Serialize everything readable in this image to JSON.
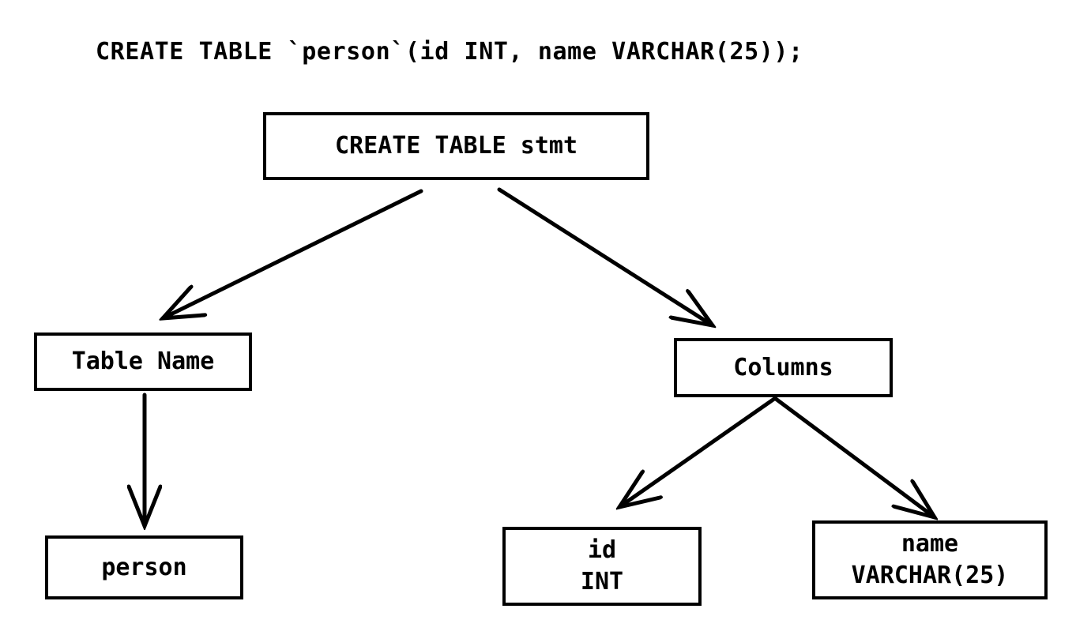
{
  "colors": {
    "background": "#ffffff",
    "foreground": "#000000"
  },
  "sql_statement": "CREATE TABLE `person`(id INT, name VARCHAR(25));",
  "diagram": {
    "nodes": [
      {
        "id": "stmt",
        "label": "CREATE TABLE stmt"
      },
      {
        "id": "table_name",
        "label": "Table Name"
      },
      {
        "id": "columns",
        "label": "Columns"
      },
      {
        "id": "person",
        "label": "person"
      },
      {
        "id": "id_column",
        "line1": "id",
        "line2": "INT"
      },
      {
        "id": "name_column",
        "line1": "name",
        "line2": "VARCHAR(25)"
      }
    ],
    "edges": [
      {
        "from": "CREATE TABLE stmt",
        "to": "Table Name"
      },
      {
        "from": "CREATE TABLE stmt",
        "to": "Columns"
      },
      {
        "from": "Table Name",
        "to": "person"
      },
      {
        "from": "Columns",
        "to": "id INT"
      },
      {
        "from": "Columns",
        "to": "name VARCHAR(25)"
      }
    ]
  }
}
